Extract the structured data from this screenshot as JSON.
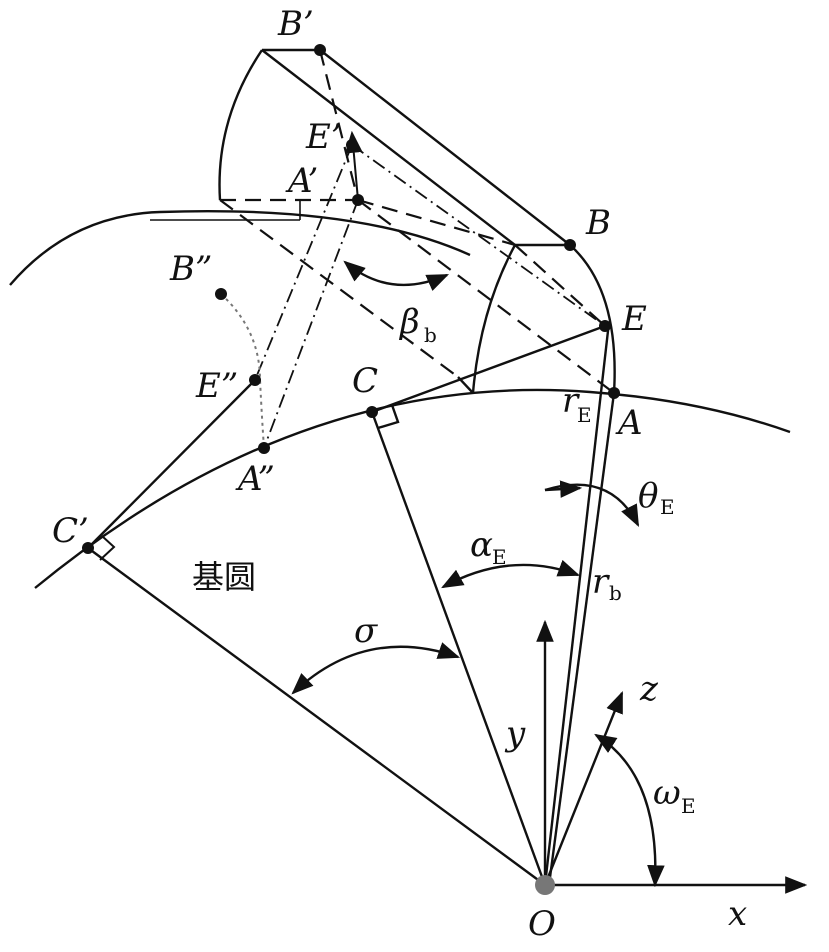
{
  "labels": {
    "B_prime": "B’",
    "E_prime": "E’",
    "A_prime": "A’",
    "B": "B",
    "E": "E",
    "A": "A",
    "C": "C",
    "B_dprime": "B”",
    "E_dprime": "E”",
    "A_dprime": "A”",
    "C_prime": "C’",
    "O": "O",
    "x": "x",
    "y": "y",
    "z": "z",
    "beta": "β",
    "beta_sub": "b",
    "r": "r",
    "r_E_sub": "E",
    "r_b_sub": "b",
    "theta": "θ",
    "theta_sub": "E",
    "alpha": "α",
    "alpha_sub": "E",
    "omega": "ω",
    "omega_sub": "E",
    "sigma": "σ",
    "base_circle": "基圆"
  },
  "colors": {
    "stroke": "#111111",
    "origin_dot": "#777777",
    "curve_dotted": "#777777"
  }
}
